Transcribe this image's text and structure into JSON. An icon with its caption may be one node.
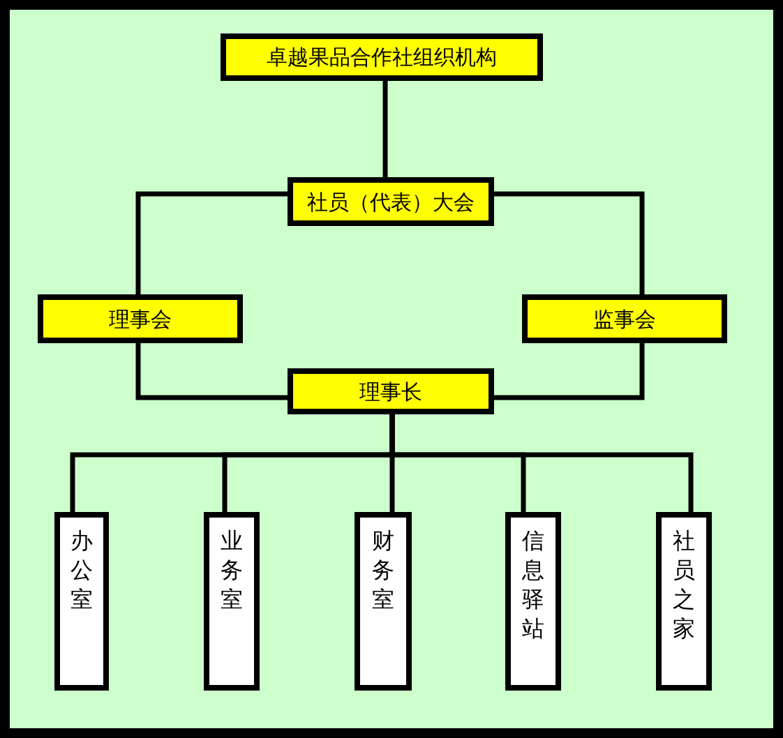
{
  "diagram": {
    "nodes": [
      {
        "text": [
          "卓越果品合作社组织机构"
        ]
      },
      {
        "text": [
          "社员（代表）大会"
        ]
      },
      {
        "text": [
          "理事会"
        ]
      },
      {
        "text": [
          "监事会"
        ]
      },
      {
        "text": [
          "理事长"
        ]
      },
      {
        "text": [
          "办公室"
        ]
      },
      {
        "text": [
          "业务室"
        ]
      },
      {
        "text": [
          "财务室"
        ]
      },
      {
        "text": [
          "信息驿站"
        ]
      },
      {
        "text": [
          "社员之家"
        ]
      }
    ],
    "edges": [
      {
        "from": 0,
        "to": 1,
        "arrow": "none"
      },
      {
        "from": 1,
        "to": 2,
        "arrow": "none"
      },
      {
        "from": 1,
        "to": 3,
        "arrow": "none"
      },
      {
        "from": 2,
        "to": 4,
        "arrow": "none"
      },
      {
        "from": 3,
        "to": 4,
        "arrow": "none"
      },
      {
        "from": 4,
        "to": 5,
        "arrow": "none"
      },
      {
        "from": 4,
        "to": 6,
        "arrow": "none"
      },
      {
        "from": 4,
        "to": 7,
        "arrow": "none"
      },
      {
        "from": 4,
        "to": 8,
        "arrow": "none"
      },
      {
        "from": 4,
        "to": 9,
        "arrow": "none"
      }
    ]
  }
}
